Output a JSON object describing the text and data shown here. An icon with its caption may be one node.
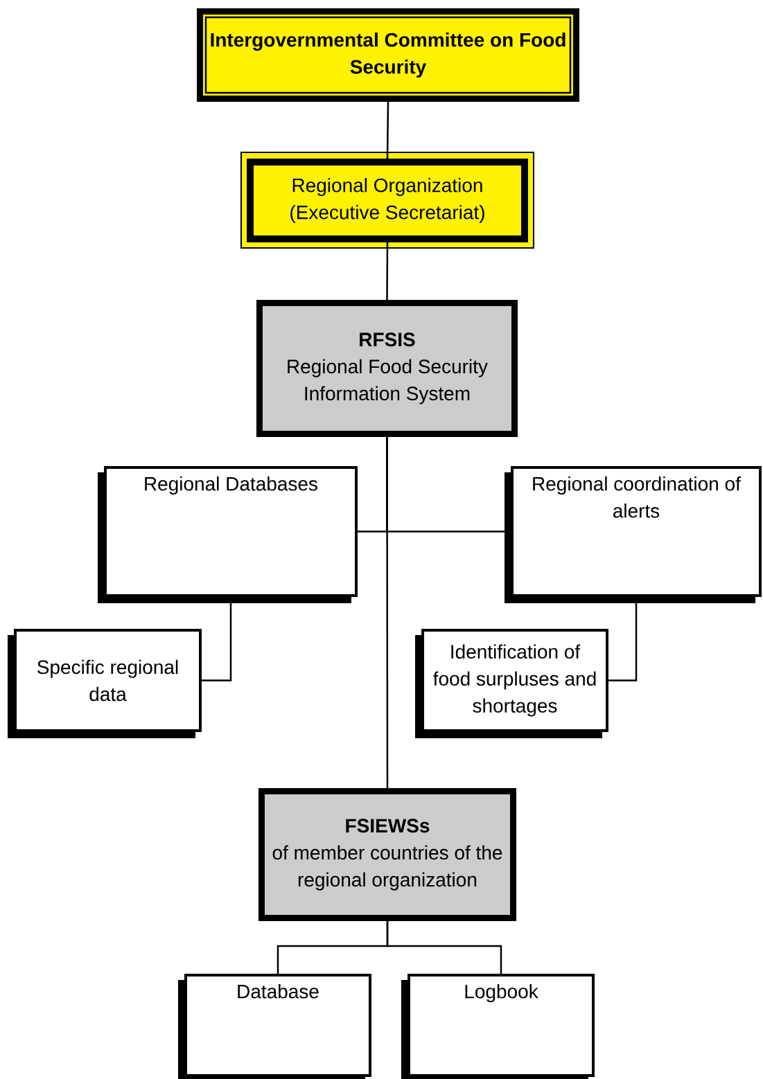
{
  "diagram": {
    "nodes": [
      {
        "text": [
          "Intergovernmental Committee on Food Security"
        ]
      },
      {
        "text": [
          "Regional Organization (Executive Secretariat)"
        ]
      },
      {
        "text": [
          "RFSIS",
          "Regional Food Security Information System"
        ]
      },
      {
        "text": [
          "Regional Databases"
        ]
      },
      {
        "text": [
          "Regional coordination of alerts"
        ]
      },
      {
        "text": [
          "Specific regional data"
        ]
      },
      {
        "text": [
          "Identification of food surpluses and shortages"
        ]
      },
      {
        "text": [
          "FSIEWSs",
          "of member countries of the regional organization"
        ]
      },
      {
        "text": [
          "Database"
        ]
      },
      {
        "text": [
          "Logbook"
        ]
      }
    ],
    "edges": [
      {
        "from": 0,
        "to": 1,
        "arrow": "none"
      },
      {
        "from": 1,
        "to": 2,
        "arrow": "none"
      },
      {
        "from": 2,
        "to": 7,
        "arrow": "none"
      },
      {
        "from": 2,
        "to": 3,
        "arrow": "none"
      },
      {
        "from": 2,
        "to": 4,
        "arrow": "none"
      },
      {
        "from": 3,
        "to": 5,
        "arrow": "none"
      },
      {
        "from": 4,
        "to": 6,
        "arrow": "none"
      },
      {
        "from": 7,
        "to": 8,
        "arrow": "none"
      },
      {
        "from": 7,
        "to": 9,
        "arrow": "none"
      }
    ]
  }
}
